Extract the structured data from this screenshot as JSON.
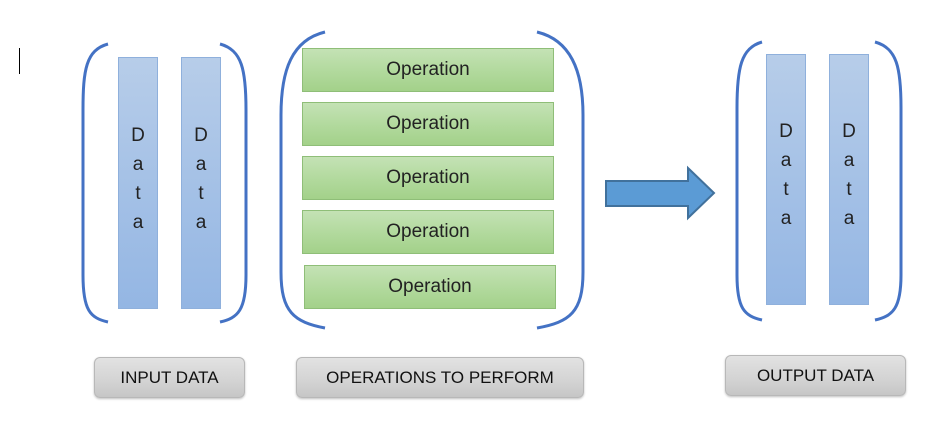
{
  "input": {
    "columns": [
      {
        "letters": [
          "D",
          "a",
          "t",
          "a"
        ]
      },
      {
        "letters": [
          "D",
          "a",
          "t",
          "a"
        ]
      }
    ],
    "label": "INPUT DATA"
  },
  "operations": {
    "items": [
      "Operation",
      "Operation",
      "Operation",
      "Operation",
      "Operation"
    ],
    "label": "OPERATIONS TO PERFORM"
  },
  "output": {
    "columns": [
      {
        "letters": [
          "D",
          "a",
          "t",
          "a"
        ]
      },
      {
        "letters": [
          "D",
          "a",
          "t",
          "a"
        ]
      }
    ],
    "label": "OUTPUT DATA"
  },
  "colors": {
    "bracket": "#4472c4",
    "arrow_fill": "#5b9bd5",
    "arrow_stroke": "#41719c"
  }
}
